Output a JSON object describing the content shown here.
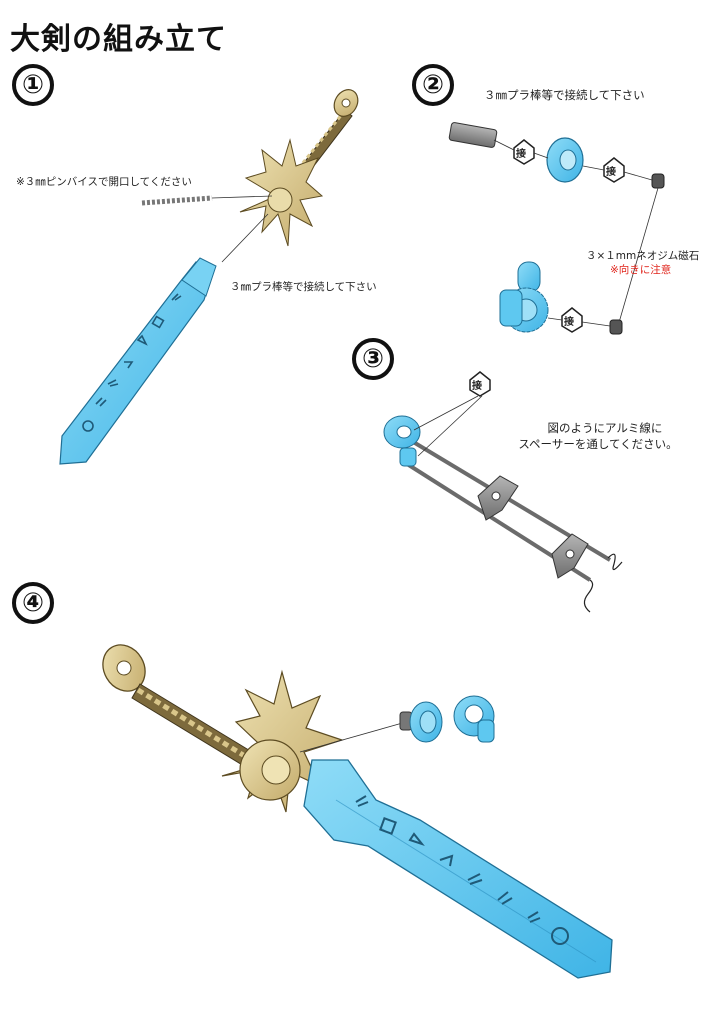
{
  "title": "大剣の組み立て",
  "steps": [
    "①",
    "②",
    "③",
    "④"
  ],
  "step1": {
    "pin_note": "※３㎜ピンバイスで開口してください",
    "rod_note": "３㎜プラ棒等で接続して下さい"
  },
  "step2": {
    "rod_note": "３㎜プラ棒等で接続して下さい",
    "joint_label": "接",
    "magnet_note": "３×１mmネオジム磁石",
    "magnet_warn": "※向きに注意"
  },
  "step3": {
    "joint_label": "接",
    "wire_note_line1": "図のようにアルミ線に",
    "wire_note_line2": "スペーサーを通してください。"
  },
  "colors": {
    "blade": "#5ec8f0",
    "blade_dark": "#2a8fc0",
    "gold": "#d8c48a",
    "gold_dark": "#8a7440",
    "grey": "#8f8f8f",
    "warn": "#e0261d"
  }
}
